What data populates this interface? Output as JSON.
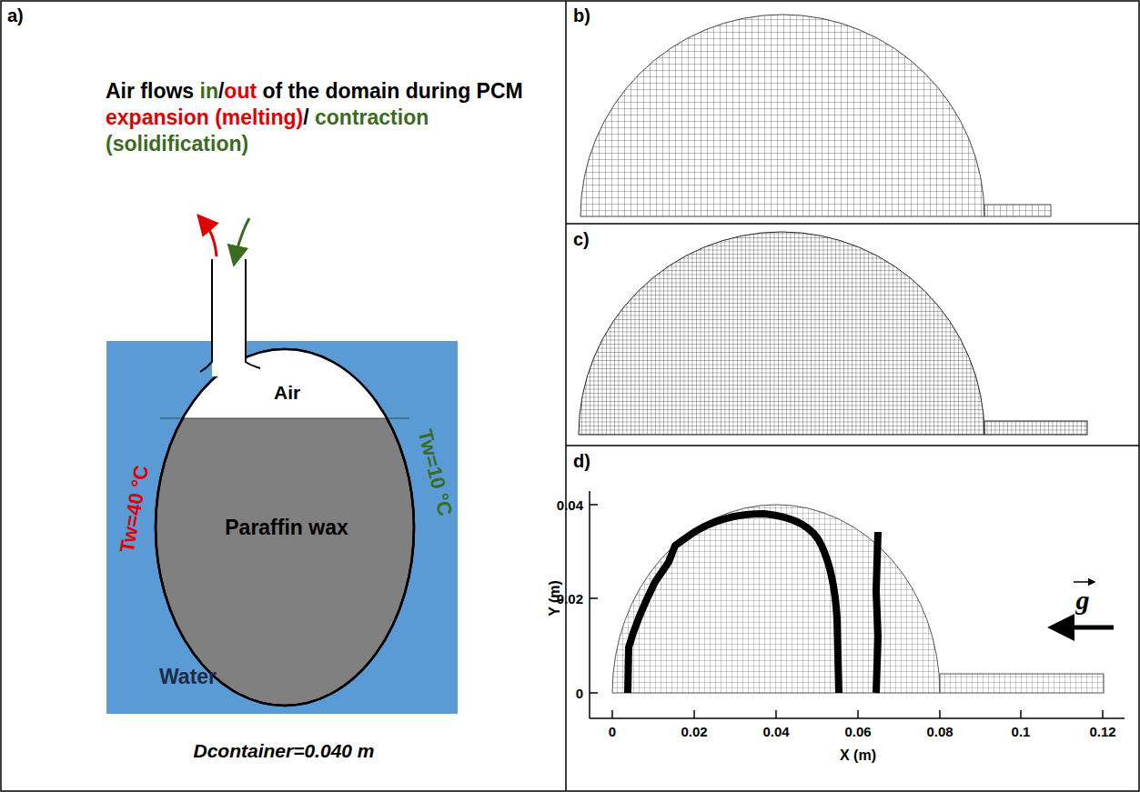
{
  "diagram": {
    "nodes": [
      {
        "text": [
          "Water"
        ]
      },
      {
        "text": [
          "Air"
        ],
        "in": 0
      },
      {
        "text": [
          "Paraffin wax"
        ],
        "in": 0
      }
    ],
    "labels": [
      "a)",
      "b)",
      "c)",
      "d)",
      "Air flows",
      "in",
      "/",
      "out",
      "of the domain during PCM",
      "expansion (melting)",
      "/",
      "contraction (solidification)",
      "Tw=40 °C",
      "Tw=10 °C",
      "Dcontainer=0.040 m",
      "0.04",
      "0.02",
      "0",
      "Y (m)",
      "0",
      "0.02",
      "0.04",
      "0.06",
      "0.08",
      "0.1",
      "0.12",
      "X (m)",
      "g"
    ]
  }
}
